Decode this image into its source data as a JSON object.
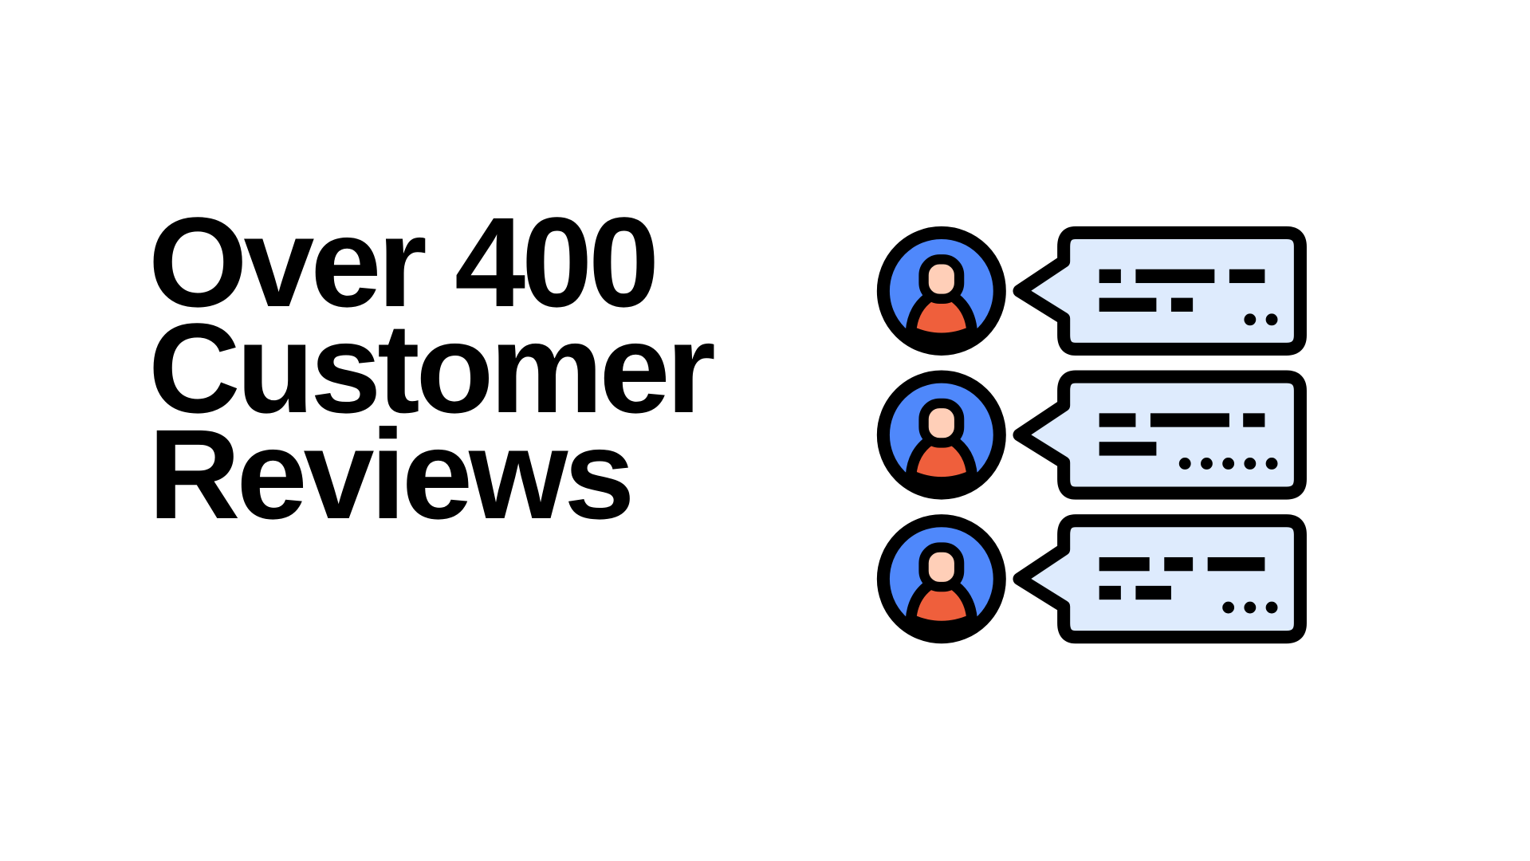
{
  "headline": {
    "lines": [
      "Over 400",
      "Customer",
      "Reviews"
    ]
  },
  "illustration": {
    "name": "customer-reviews-chat-icon",
    "review_count": 3,
    "colors": {
      "avatar_background": "#4f88fb",
      "person_body": "#ef5f3c",
      "person_face": "#ffcfb8",
      "bubble_fill": "#deebfd",
      "outline": "#000000"
    }
  }
}
